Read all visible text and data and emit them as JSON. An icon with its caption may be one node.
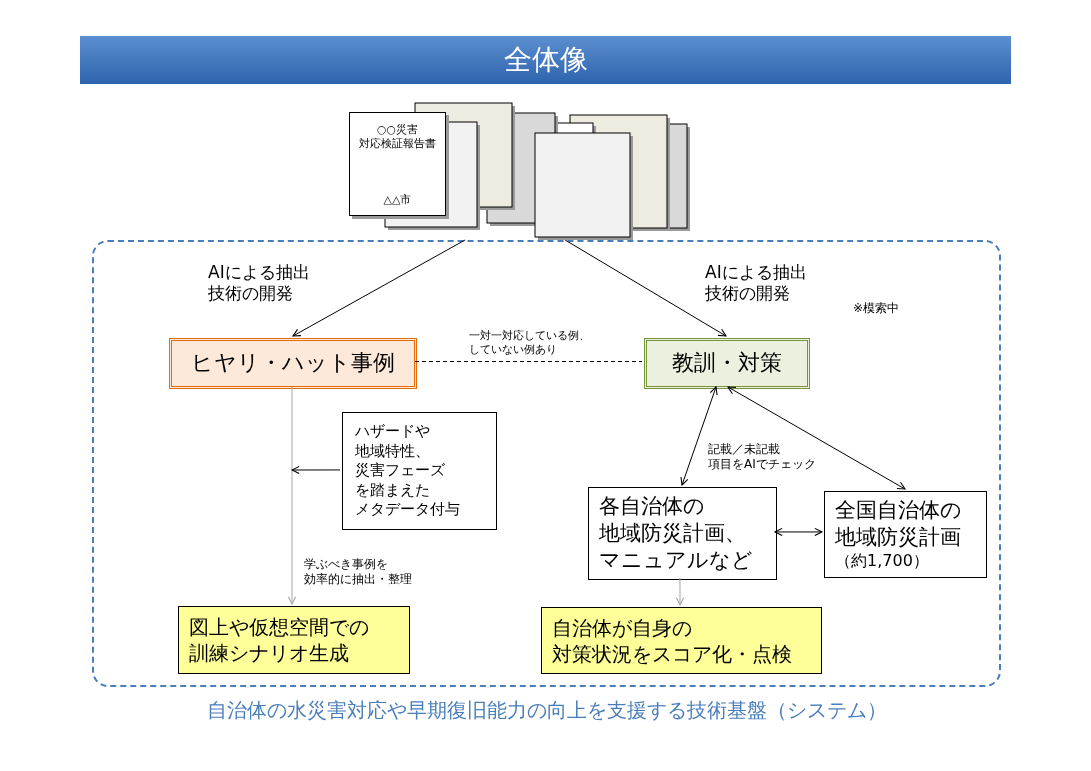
{
  "diagram": {
    "title": "全体像",
    "nodes": [
      {
        "text": [],
        "shape": "picture"
      },
      {
        "text": [
          "○○災害対応検証報告書",
          "△△市"
        ]
      },
      {
        "text": [
          "自治体の水災害対応や早期復旧能力の向上を支援する技術基盤（システム）"
        ]
      },
      {
        "text": [
          "ヒヤリ・ハット事例"
        ],
        "in": 2
      },
      {
        "text": [
          "教訓・対策"
        ],
        "in": 2
      },
      {
        "text": [
          "ハザードや地域特性、災害フェーズを踏まえたメタデータ付与"
        ],
        "in": 2
      },
      {
        "text": [
          "図上や仮想空間での訓練シナリオ生成"
        ],
        "in": 2
      },
      {
        "text": [
          "各自治体の地域防災計画、マニュアルなど"
        ],
        "in": 2
      },
      {
        "text": [
          "全国自治体の地域防災計画",
          "（約1,700）"
        ],
        "in": 2
      },
      {
        "text": [
          "自治体が自身の対策状況をスコア化・点検"
        ],
        "in": 2
      }
    ],
    "edges": [
      {
        "from": 0,
        "to": 3,
        "arrow": "to",
        "label": "AIによる抽出技術の開発"
      },
      {
        "from": 0,
        "to": 4,
        "arrow": "to",
        "label": "AIによる抽出技術の開発"
      },
      {
        "from": 3,
        "to": 4,
        "arrow": "none",
        "style": "dashed",
        "label": "一対一対応している例、していない例あり"
      },
      {
        "from": 3,
        "to": 6,
        "arrow": "to",
        "color": "#a6a6a6",
        "label": "学ぶべき事例を効率的に抽出・整理"
      },
      {
        "from": 5,
        "to": null,
        "arrow": "to"
      },
      {
        "from": 4,
        "to": 7,
        "arrow": "both"
      },
      {
        "from": 4,
        "to": 8,
        "arrow": "both"
      },
      {
        "from": 7,
        "to": 8,
        "arrow": "both"
      },
      {
        "from": 7,
        "to": 9,
        "arrow": "to",
        "color": "#a6a6a6"
      }
    ],
    "labels": [
      "※模索中",
      "記載／未記載項目をAIでチェック"
    ]
  }
}
